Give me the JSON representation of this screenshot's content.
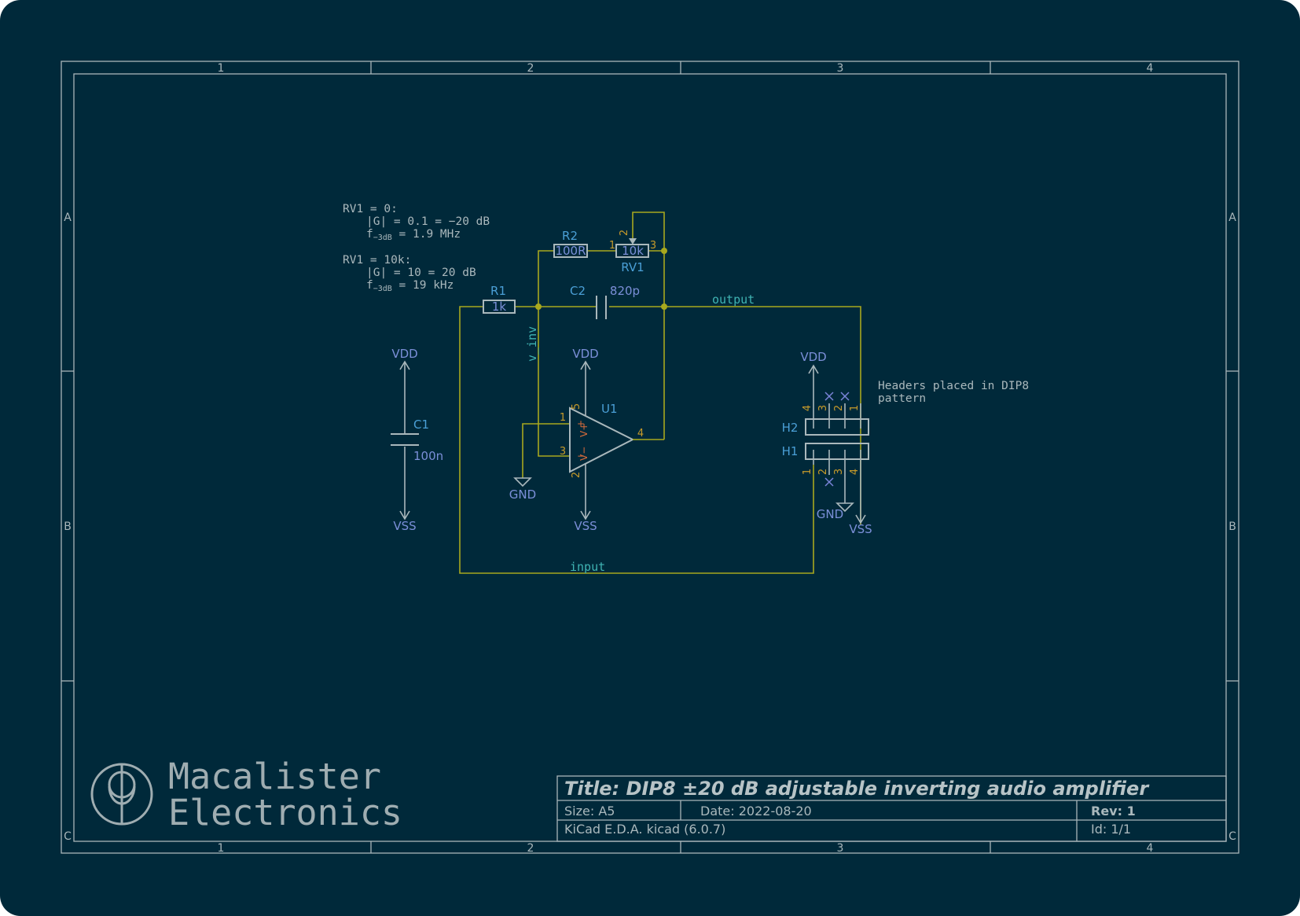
{
  "frame": {
    "columns": [
      "1",
      "2",
      "3",
      "4"
    ],
    "rows": [
      "A",
      "B",
      "C"
    ]
  },
  "notes": {
    "rv1_zero": {
      "head": "RV1 = 0:",
      "gain": "|G| = 0.1 = −20 dB",
      "f_prefix": "f",
      "f_sub": "−3dB",
      "f_val": " = 1.9 MHz"
    },
    "rv1_10k": {
      "head": "RV1 = 10k:",
      "gain": "|G| = 10 = 20 dB",
      "f_prefix": "f",
      "f_sub": "−3dB",
      "f_val": " = 19 kHz"
    },
    "headers_line1": "Headers placed in DIP8",
    "headers_line2": "pattern"
  },
  "components": {
    "R1": {
      "ref": "R1",
      "value": "1k"
    },
    "R2": {
      "ref": "R2",
      "value": "100R"
    },
    "RV1": {
      "ref": "RV1",
      "value": "10k",
      "pins": [
        "1",
        "2",
        "3"
      ]
    },
    "C1": {
      "ref": "C1",
      "value": "100n"
    },
    "C2": {
      "ref": "C2",
      "value": "820p"
    },
    "U1": {
      "ref": "U1",
      "pins": [
        "1",
        "2",
        "3",
        "4",
        "5"
      ],
      "plus_in": "+",
      "minus_in": "−",
      "vpos": "V+",
      "vneg": "V−"
    },
    "H2": {
      "ref": "H2",
      "pins": [
        "4",
        "3",
        "2",
        "1"
      ]
    },
    "H1": {
      "ref": "H1",
      "pins": [
        "1",
        "2",
        "3",
        "4"
      ]
    }
  },
  "power": {
    "vdd": "VDD",
    "vss": "VSS",
    "gnd": "GND"
  },
  "nets": {
    "output": "output",
    "input": "input",
    "v_inv": "v_inv"
  },
  "logo": {
    "line1": "Macalister",
    "line2": "Electronics"
  },
  "title_block": {
    "title": "Title: DIP8 ±20 dB adjustable inverting audio amplifier",
    "size": "Size: A5",
    "date": "Date: 2022-08-20",
    "rev": "Rev: 1",
    "tool": "KiCad E.D.A.  kicad (6.0.7)",
    "id": "Id: 1/1"
  },
  "colors": {
    "background": "#00293a",
    "frame": "#a9b6ba",
    "wire": "#a8a81e",
    "reference": "#4a9fd6",
    "value": "#7b8fd8",
    "net_label": "#3fb3b3",
    "pin_number": "#c89b2a"
  }
}
